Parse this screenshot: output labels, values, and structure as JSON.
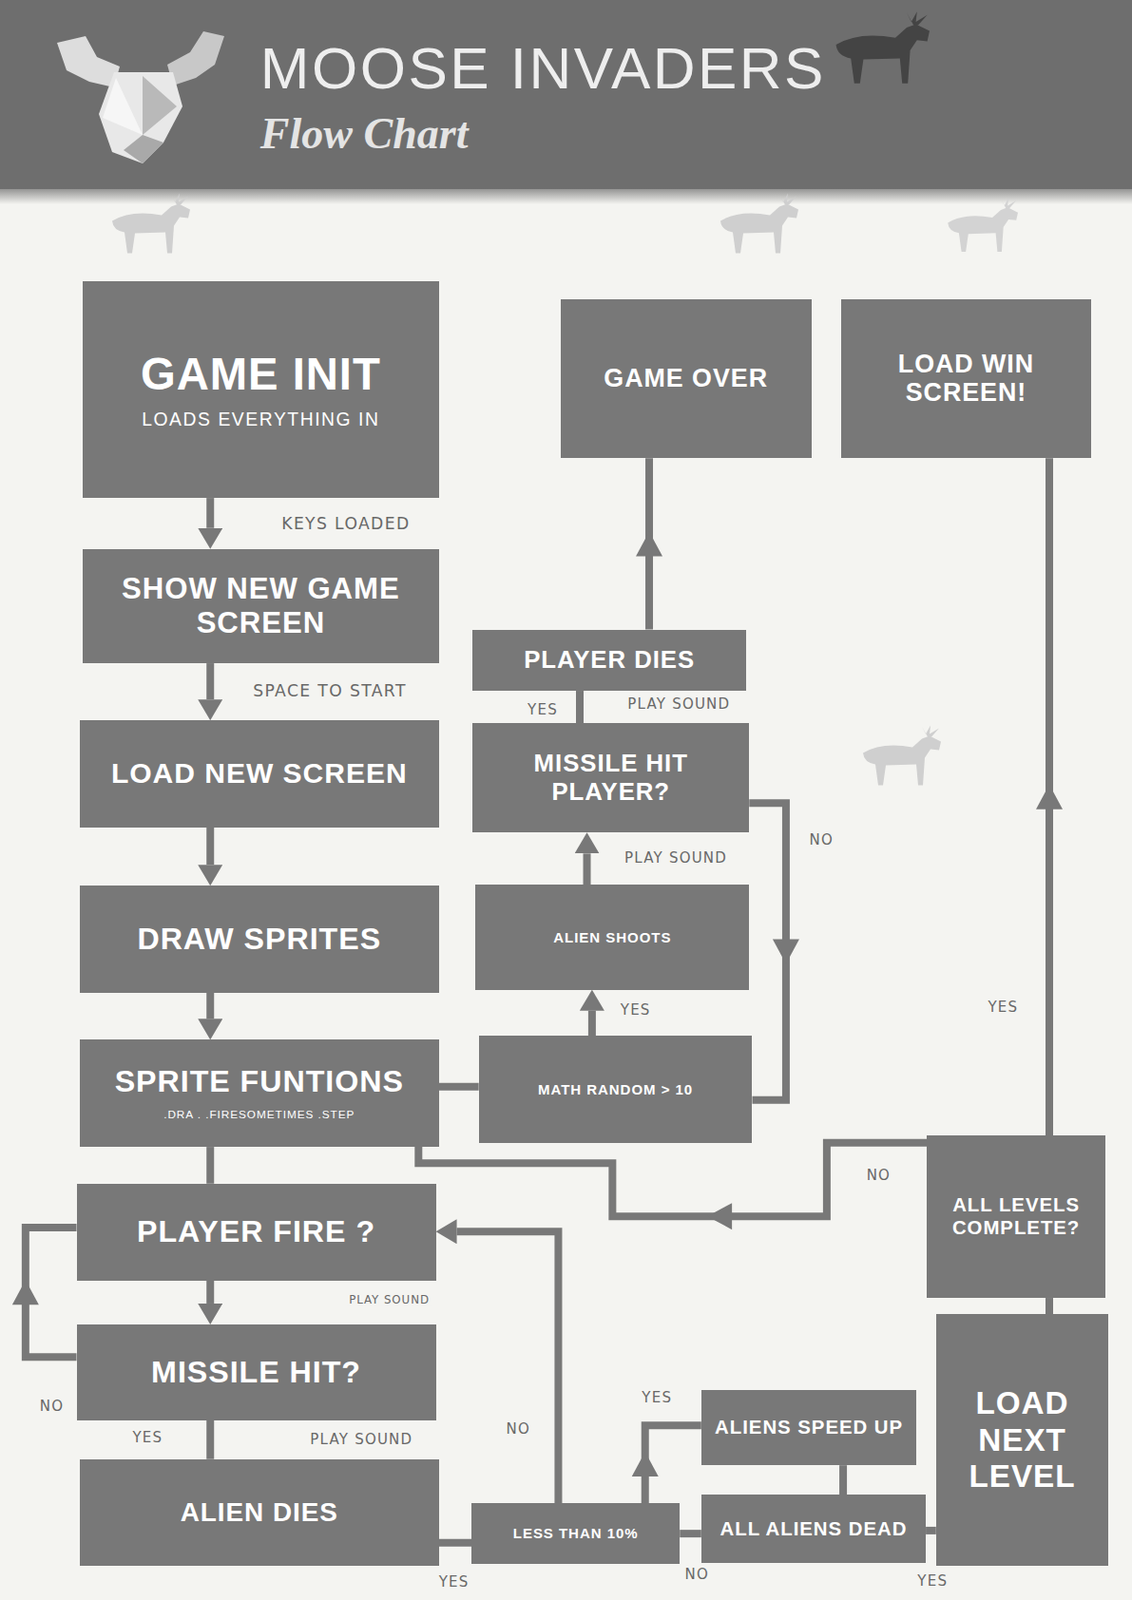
{
  "diagram": {
    "title": "MOOSE INVADERS",
    "caption": "Flow Chart",
    "nodes": [
      {
        "text": [
          "GAME INIT",
          "LOADS EVERYTHING IN"
        ]
      },
      {
        "text": [
          "SHOW NEW GAME SCREEN"
        ]
      },
      {
        "text": [
          "LOAD NEW SCREEN"
        ]
      },
      {
        "text": [
          "DRAW SPRITES"
        ]
      },
      {
        "text": [
          "SPRITE FUNTIONS",
          ".DRA . .FIRESOMETIMES .STEP"
        ]
      },
      {
        "text": [
          "PLAYER FIRE ?"
        ]
      },
      {
        "text": [
          "MISSILE HIT?"
        ]
      },
      {
        "text": [
          "ALIEN DIES"
        ]
      },
      {
        "text": [
          "LESS THAN 10%"
        ]
      },
      {
        "text": [
          "ALL ALIENS DEAD"
        ]
      },
      {
        "text": [
          "ALIENS SPEED UP"
        ]
      },
      {
        "text": [
          "LOAD NEXT LEVEL"
        ]
      },
      {
        "text": [
          "ALL LEVELS COMPLETE?"
        ]
      },
      {
        "text": [
          "LOAD WIN SCREEN!"
        ]
      },
      {
        "text": [
          "GAME OVER"
        ]
      },
      {
        "text": [
          "PLAYER DIES"
        ]
      },
      {
        "text": [
          "MISSILE HIT PLAYER?"
        ]
      },
      {
        "text": [
          "ALIEN SHOOTS"
        ]
      },
      {
        "text": [
          "MATH RANDOM > 10"
        ]
      }
    ],
    "edges": [
      {
        "from": 0,
        "to": 1,
        "arrow": "to",
        "label": "KEYS LOADED"
      },
      {
        "from": 1,
        "to": 2,
        "arrow": "to",
        "label": "SPACE TO START"
      },
      {
        "from": 2,
        "to": 3,
        "arrow": "to"
      },
      {
        "from": 3,
        "to": 4,
        "arrow": "to"
      },
      {
        "from": 4,
        "to": 5,
        "arrow": "none"
      },
      {
        "from": 5,
        "to": 6,
        "arrow": "to",
        "label": "PLAY SOUND"
      },
      {
        "from": 6,
        "to": 5,
        "arrow": "to",
        "label": "NO"
      },
      {
        "from": 6,
        "to": 7,
        "arrow": "none",
        "label": "YES"
      },
      {
        "from": 7,
        "to": 8,
        "arrow": "none",
        "label": "YES"
      },
      {
        "from": 8,
        "to": 5,
        "arrow": "to",
        "label": "NO"
      },
      {
        "from": 8,
        "to": 10,
        "arrow": "to",
        "label": "YES"
      },
      {
        "from": 8,
        "to": 9,
        "arrow": "none",
        "label": "NO"
      },
      {
        "from": 10,
        "to": 9,
        "arrow": "none"
      },
      {
        "from": 9,
        "to": 11,
        "arrow": "none",
        "label": "YES"
      },
      {
        "from": 11,
        "to": 12,
        "arrow": "none"
      },
      {
        "from": 12,
        "to": 13,
        "arrow": "to",
        "label": "YES"
      },
      {
        "from": 12,
        "to": 4,
        "arrow": "to",
        "label": "NO"
      },
      {
        "from": 4,
        "to": 18,
        "arrow": "none"
      },
      {
        "from": 18,
        "to": 17,
        "arrow": "to",
        "label": "YES"
      },
      {
        "from": 17,
        "to": 16,
        "arrow": "to",
        "label": "PLAY SOUND"
      },
      {
        "from": 16,
        "to": 15,
        "arrow": "none",
        "label": "YES"
      },
      {
        "from": 15,
        "to": 14,
        "arrow": "to"
      },
      {
        "from": 16,
        "to": 18,
        "arrow": "to",
        "label": "NO"
      }
    ],
    "labels": [
      "PLAY SOUND",
      "PLAY SOUND"
    ]
  }
}
